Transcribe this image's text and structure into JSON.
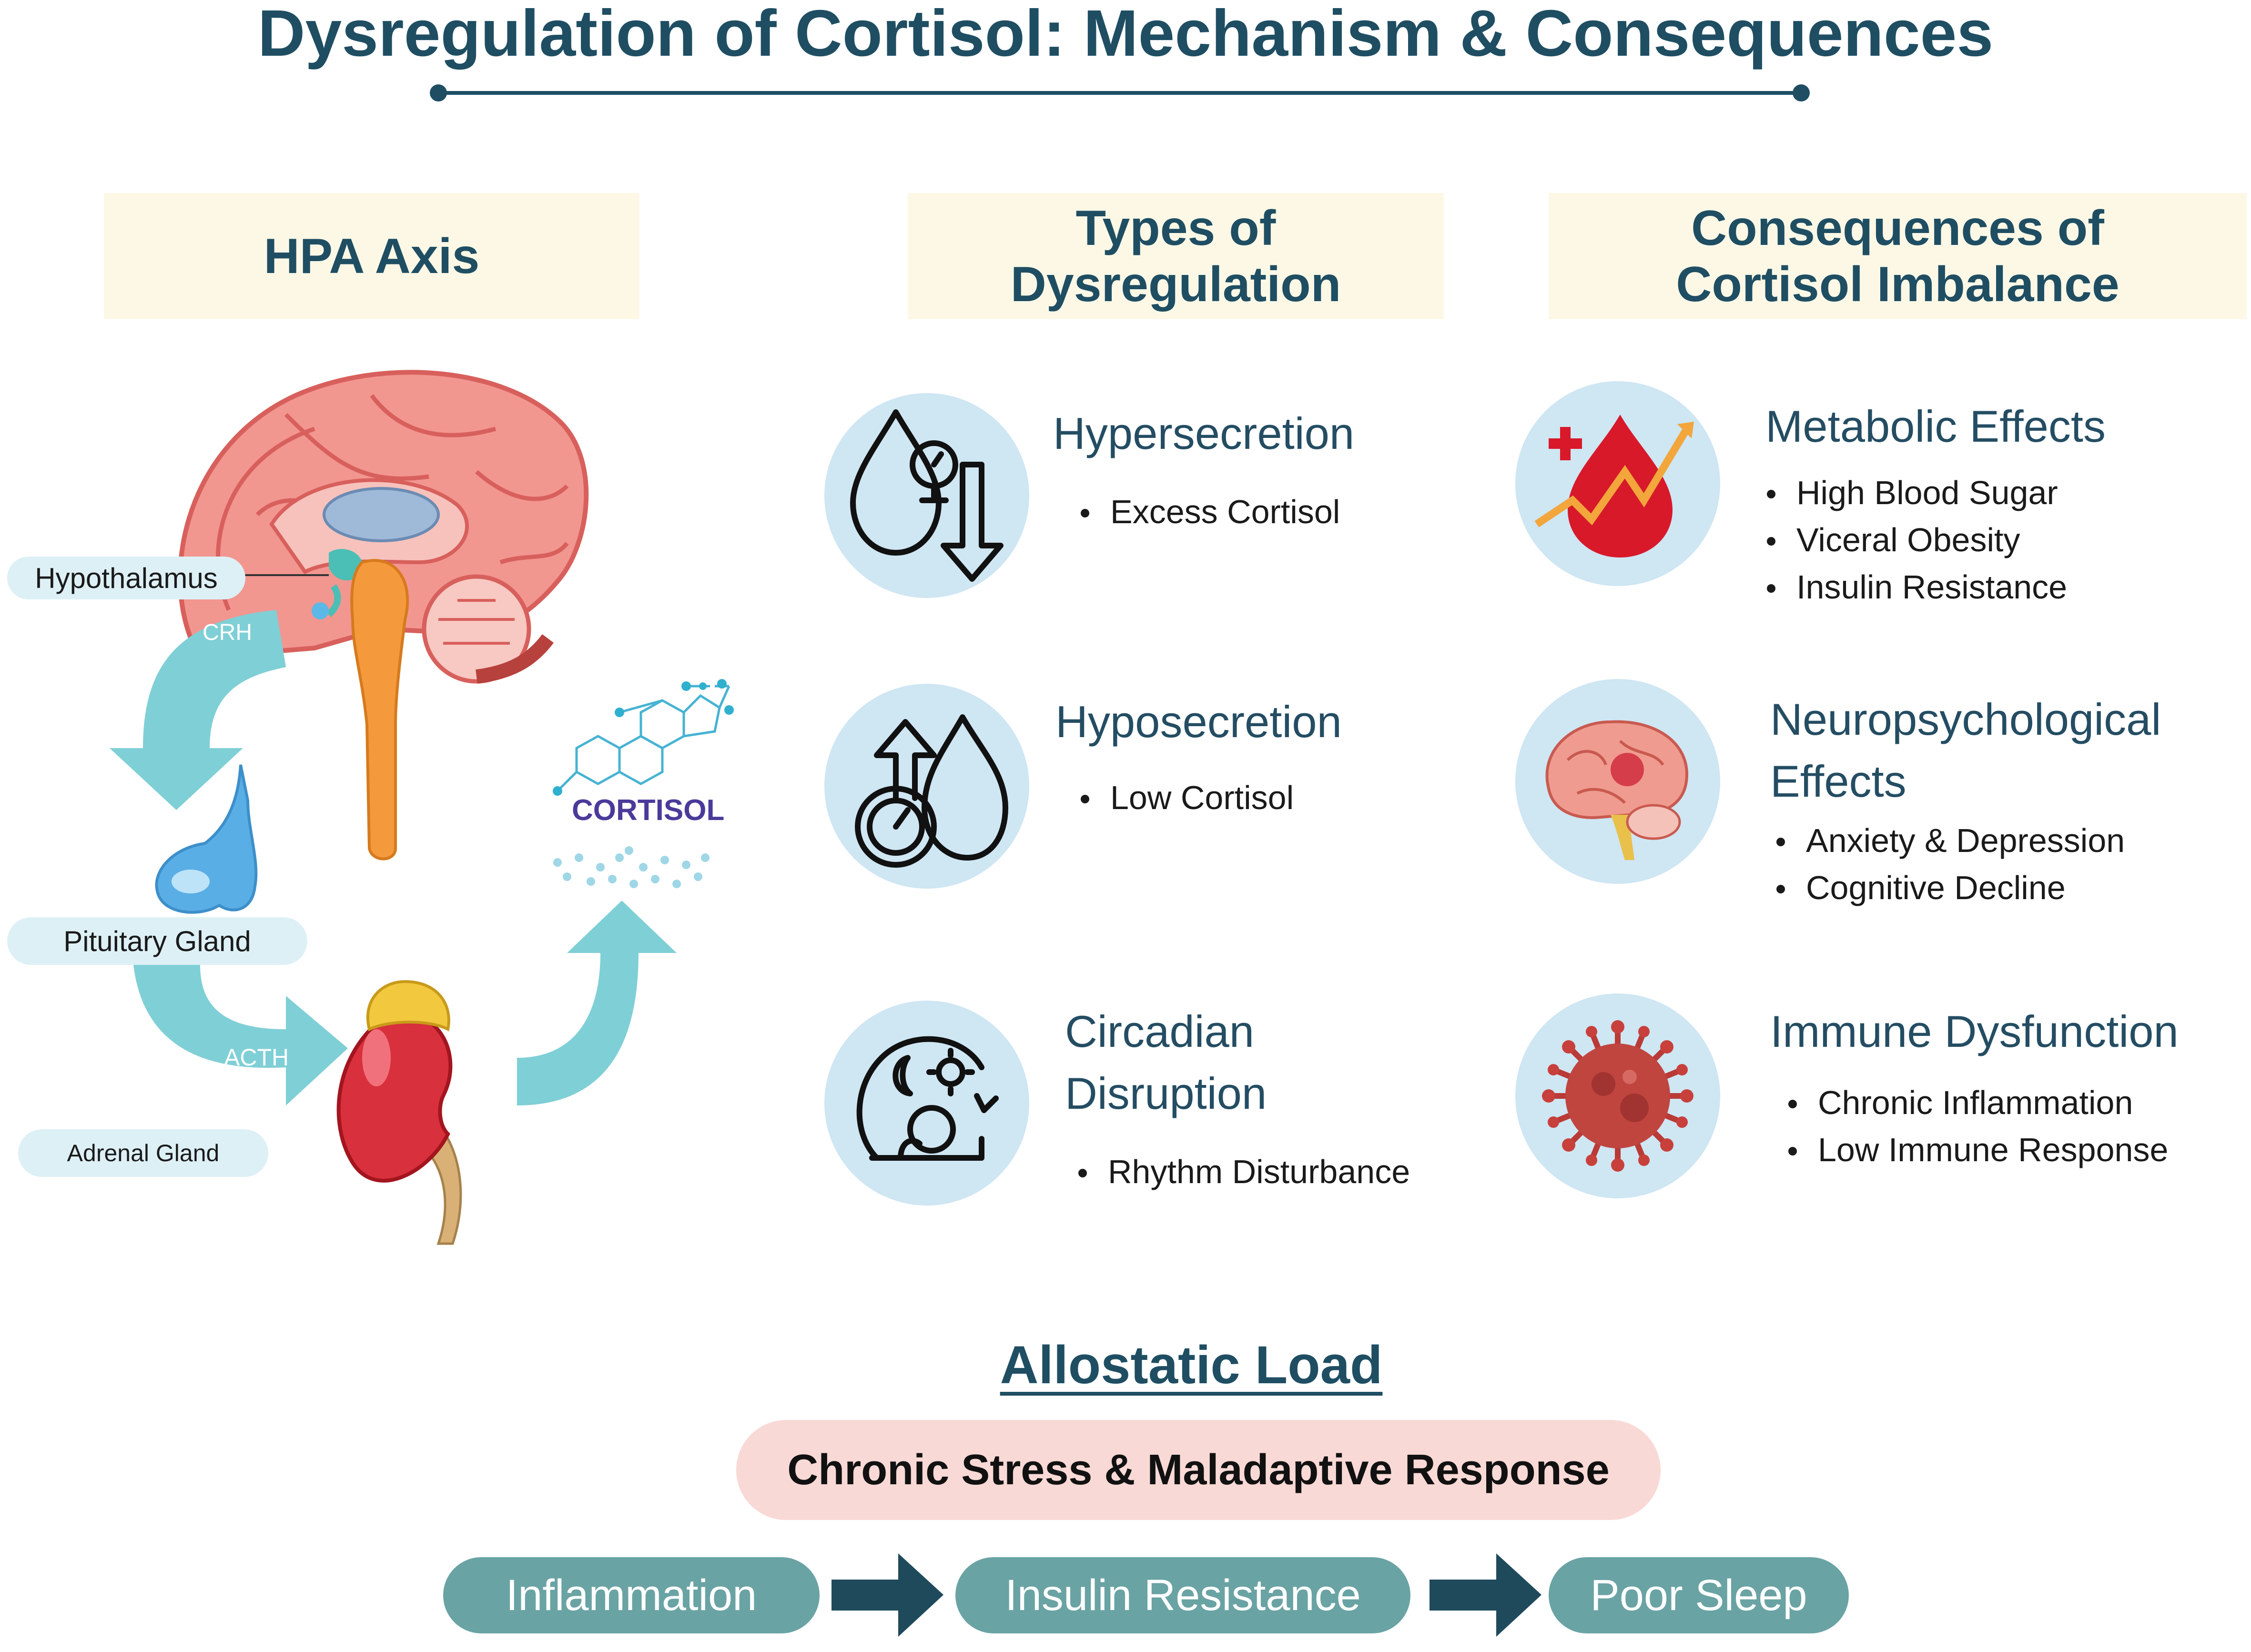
{
  "title": "Dysregulation of Cortisol: Mechanism & Consequences",
  "columns": {
    "hpa": "HPA Axis",
    "types": "Types of Dysregulation",
    "consequences": "Consequences of Cortisol Imbalance"
  },
  "hpa": {
    "labels": {
      "hypothalamus": "Hypothalamus",
      "pituitary": "Pituitary Gland",
      "adrenal": "Adrenal Gland",
      "crh": "CRH",
      "acth": "ACTH",
      "cortisol": "CORTISOL"
    }
  },
  "types": [
    {
      "title_lines": [
        "Hypersecretion"
      ],
      "bullets": [
        "Excess Cortisol"
      ],
      "icon": "drop-gauge-down-arrow-icon"
    },
    {
      "title_lines": [
        "Hyposecretion"
      ],
      "bullets": [
        "Low Cortisol"
      ],
      "icon": "drop-gauge-up-arrow-icon"
    },
    {
      "title_lines": [
        "Circadian",
        "Disruption"
      ],
      "bullets": [
        "Rhythm Disturbance"
      ],
      "icon": "sleep-moon-sun-icon"
    }
  ],
  "consequences": [
    {
      "title_lines": [
        "Metabolic Effects"
      ],
      "bullets": [
        "High Blood Sugar",
        "Viceral Obesity",
        "Insulin Resistance"
      ],
      "icon": "blood-drop-trend-icon"
    },
    {
      "title_lines": [
        "Neuropsychological",
        "Effects"
      ],
      "bullets": [
        "Anxiety & Depression",
        "Cognitive Decline"
      ],
      "icon": "brain-icon"
    },
    {
      "title_lines": [
        "Immune Dysfunction"
      ],
      "bullets": [
        "Chronic Inflammation",
        "Low Immune Response"
      ],
      "icon": "virus-icon"
    }
  ],
  "allostatic": {
    "heading": "Allostatic Load",
    "banner": "Chronic Stress & Maladaptive Response",
    "flow": [
      "Inflammation",
      "Insulin Resistance",
      "Poor Sleep"
    ]
  },
  "colors": {
    "title": "#1f4e63",
    "header_bg": "#fdf8e6",
    "circle_bg": "#cfe6f3",
    "flow_box": "#6aa3a4",
    "flow_arrow": "#1f4a5c",
    "banner_bg": "#f9d9d6",
    "hpa_arrow": "#7fcfd6"
  }
}
